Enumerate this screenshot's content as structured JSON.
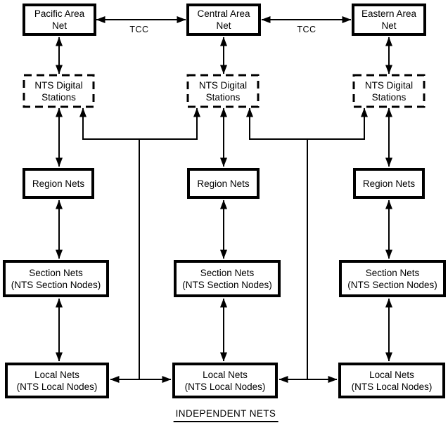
{
  "diagram": {
    "columns": [
      {
        "id": "pacific",
        "area_net": {
          "line1": "Pacific Area",
          "line2": "Net"
        },
        "digital_stations": {
          "line1": "NTS Digital",
          "line2": "Stations"
        },
        "region_nets": "Region Nets",
        "section_nets": {
          "line1": "Section Nets",
          "line2": "(NTS Section Nodes)"
        },
        "local_nets": {
          "line1": "Local Nets",
          "line2": "(NTS Local Nodes)"
        }
      },
      {
        "id": "central",
        "area_net": {
          "line1": "Central Area",
          "line2": "Net"
        },
        "digital_stations": {
          "line1": "NTS Digital",
          "line2": "Stations"
        },
        "region_nets": "Region Nets",
        "section_nets": {
          "line1": "Section Nets",
          "line2": "(NTS Section Nodes)"
        },
        "local_nets": {
          "line1": "Local Nets",
          "line2": "(NTS Local Nodes)"
        }
      },
      {
        "id": "eastern",
        "area_net": {
          "line1": "Eastern Area",
          "line2": "Net"
        },
        "digital_stations": {
          "line1": "NTS Digital",
          "line2": "Stations"
        },
        "region_nets": "Region Nets",
        "section_nets": {
          "line1": "Section Nets",
          "line2": "(NTS Section Nodes)"
        },
        "local_nets": {
          "line1": "Local Nets",
          "line2": "(NTS Local Nodes)"
        }
      }
    ],
    "link_labels": {
      "tcc_west": "TCC",
      "tcc_east": "TCC"
    },
    "footer_label": "INDEPENDENT NETS",
    "colors": {
      "ink": "#000000",
      "background": "#ffffff"
    }
  }
}
